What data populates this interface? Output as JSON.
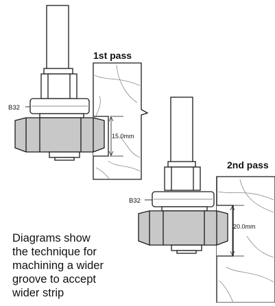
{
  "pass1": {
    "title": "1st pass",
    "bearing_label": "B32",
    "depth_label": "15.0mm"
  },
  "pass2": {
    "title": "2nd pass",
    "bearing_label": "B32",
    "depth_label": "20.0mm"
  },
  "caption": {
    "lines": [
      "Diagrams show",
      "the technique for",
      "machining a wider",
      "groove to accept",
      "wider strip"
    ]
  },
  "colors": {
    "cutter_fill": "#c8c8c8",
    "line": "#1a1a1a",
    "wood_grain": "#888888"
  }
}
